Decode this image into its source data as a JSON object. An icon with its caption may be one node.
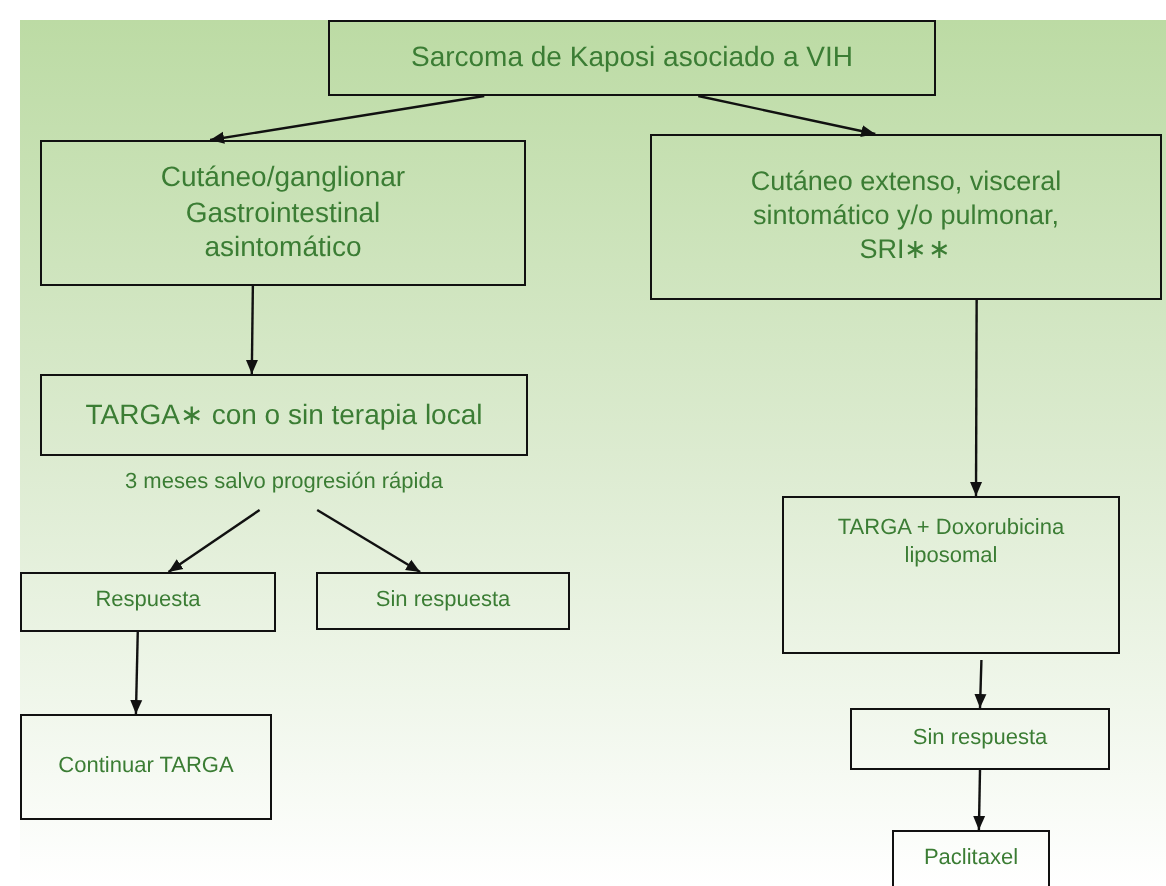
{
  "diagram": {
    "nodes": [
      {
        "text": [
          "Sarcoma de Kaposi asociado a VIH"
        ]
      },
      {
        "text": [
          "Cutáneo/ganglionar Gastrointestinal asintomático"
        ]
      },
      {
        "text": [
          "Cutáneo extenso, visceral sintomático y/o pulmonar, SRI∗∗"
        ]
      },
      {
        "text": [
          "TARGA∗ con o sin terapia local"
        ],
        "beside": [
          "3 meses salvo progresión rápida"
        ]
      },
      {
        "text": [
          "Respuesta"
        ]
      },
      {
        "text": [
          "Sin respuesta"
        ]
      },
      {
        "text": [
          "Continuar TARGA"
        ]
      },
      {
        "text": [
          "TARGA + Doxorubicina liposomal"
        ]
      },
      {
        "text": [
          "Sin respuesta"
        ]
      },
      {
        "text": [
          "Paclitaxel"
        ]
      }
    ],
    "edges": [
      {
        "from": 0,
        "to": 1,
        "arrow": "to"
      },
      {
        "from": 0,
        "to": 2,
        "arrow": "to"
      },
      {
        "from": 1,
        "to": 3,
        "arrow": "to"
      },
      {
        "from": 2,
        "to": 7,
        "arrow": "to"
      },
      {
        "from": 3,
        "to": 4,
        "arrow": "to"
      },
      {
        "from": 3,
        "to": 5,
        "arrow": "to"
      },
      {
        "from": 4,
        "to": 6,
        "arrow": "to"
      },
      {
        "from": 7,
        "to": 8,
        "arrow": "to"
      },
      {
        "from": 8,
        "to": 9,
        "arrow": "to"
      }
    ]
  }
}
